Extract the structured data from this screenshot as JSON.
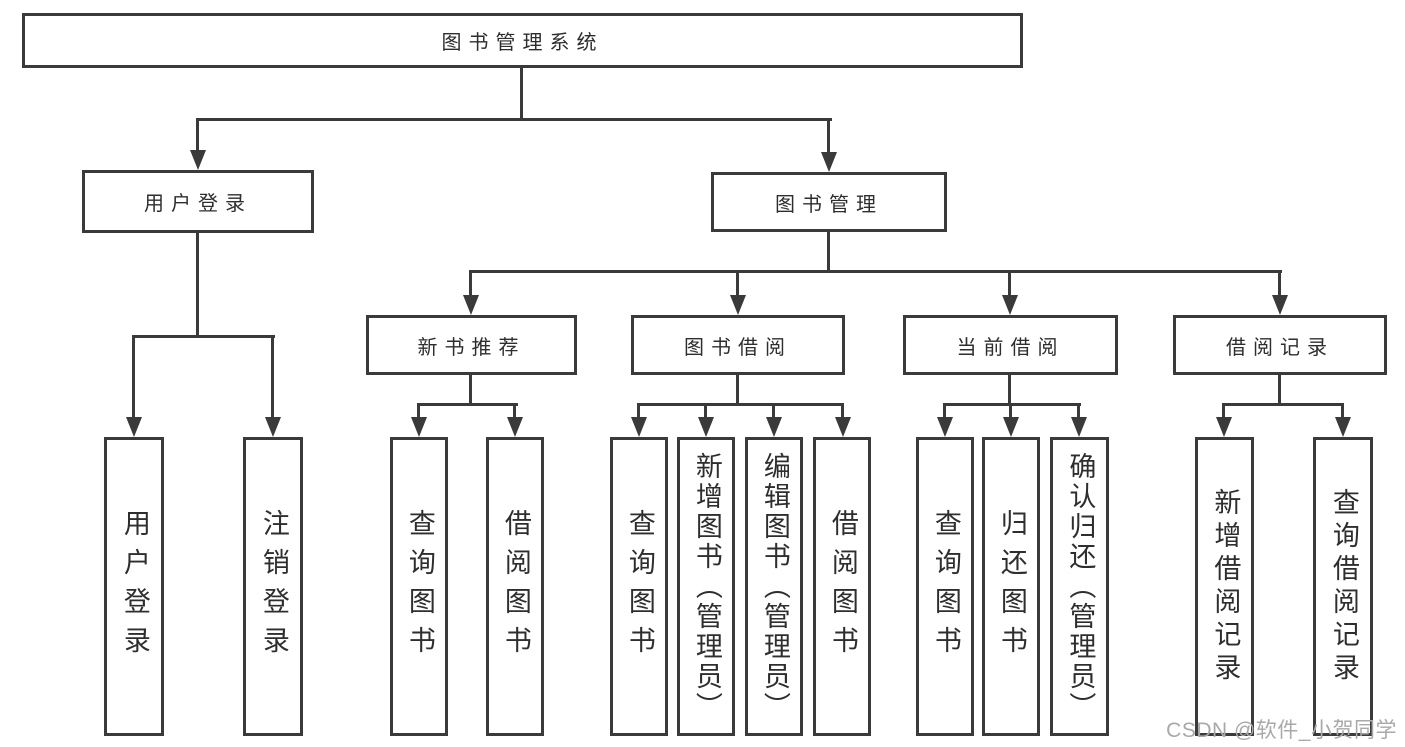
{
  "page": {
    "background": "#ffffff"
  },
  "colors": {
    "line": "#3a3a3a",
    "text": "#2e2e2e",
    "watermark": "#a9a9a9"
  },
  "diagram": {
    "type": "hierarchy-tree",
    "root": {
      "label": "图书管理系统"
    },
    "branches": [
      {
        "label": "用户登录",
        "children": [
          {
            "label": "用户登录"
          },
          {
            "label": "注销登录"
          }
        ]
      },
      {
        "label": "图书管理",
        "children": [
          {
            "label": "新书推荐",
            "children": [
              {
                "label": "查询图书"
              },
              {
                "label": "借阅图书"
              }
            ]
          },
          {
            "label": "图书借阅",
            "children": [
              {
                "label": "查询图书"
              },
              {
                "label": "新增图书（管理员）"
              },
              {
                "label": "编辑图书（管理员）"
              },
              {
                "label": "借阅图书"
              }
            ]
          },
          {
            "label": "当前借阅",
            "children": [
              {
                "label": "查询图书"
              },
              {
                "label": "归还图书"
              },
              {
                "label": "确认归还（管理员）"
              }
            ]
          },
          {
            "label": "借阅记录",
            "children": [
              {
                "label": "新增借阅记录"
              },
              {
                "label": "查询借阅记录"
              }
            ]
          }
        ]
      }
    ]
  },
  "watermark": {
    "text": "CSDN @软件_小贺同学"
  }
}
